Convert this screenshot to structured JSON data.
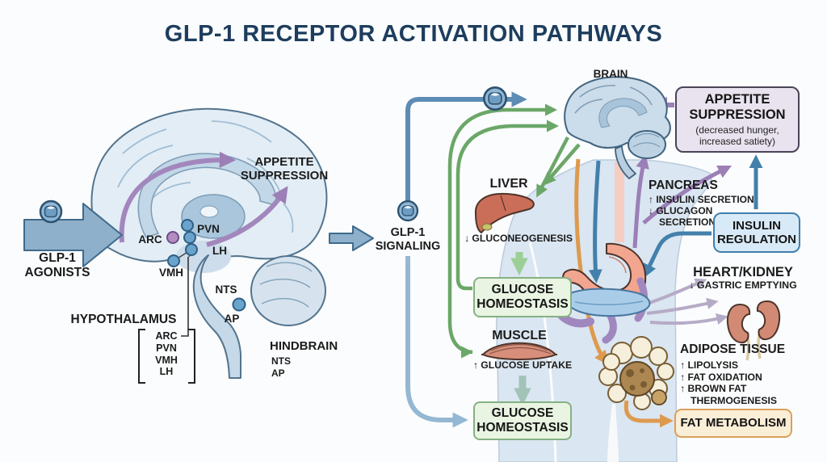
{
  "title": "GLP-1 RECEPTOR ACTIVATION PATHWAYS",
  "palette": {
    "title_navy": "#1d3d5e",
    "pathway_green": "#6ba768",
    "pathway_blue": "#4f85b0",
    "pathway_purple": "#9b7fb6",
    "pathway_orange": "#dd9a4e",
    "box_lavender": "#e9e3f0",
    "box_green": "#e9f4e2",
    "box_blue": "#d8eaf7",
    "box_cream": "#fbeed6"
  },
  "left_panel": {
    "glp1_agonists": "GLP-1\nAGONISTS",
    "appetite_suppression": "APPETITE\nSUPPRESSION",
    "nuclei": {
      "arc": "ARC",
      "pvn": "PVN",
      "lh": "LH",
      "vmh": "VMH",
      "nts": "NTS",
      "ap": "AP"
    },
    "hypothalamus": {
      "label": "HYPOTHALAMUS",
      "items": [
        "ARC",
        "PVN",
        "VMH",
        "LH"
      ]
    },
    "hindbrain": {
      "label": "HINDBRAIN",
      "items": [
        "NTS",
        "AP"
      ]
    }
  },
  "center": {
    "glp1_signaling": "GLP-1\nSIGNALING"
  },
  "right_panel": {
    "brain_label": "BRAIN",
    "appetite_box": {
      "title": "APPETITE\nSUPPRESSION",
      "subtitle": "(decreased hunger,\nincreased satiety)"
    },
    "liver": {
      "label": "LIVER",
      "effect": "↓ GLUCONEOGENESIS"
    },
    "glucose_box_1": "GLUCOSE\nHOMEOSTASIS",
    "muscle": {
      "label": "MUSCLE",
      "effect": "↑ GLUCOSE UPTAKE"
    },
    "glucose_box_2": "GLUCOSE\nHOMEOSTASIS",
    "pancreas": {
      "label": "PANCREAS",
      "effects": [
        "↑ INSULIN SECRETION",
        "↓ GLUCAGON",
        "SECRETION"
      ]
    },
    "insulin_box": "INSULIN\nREGULATION",
    "heart_kidney": {
      "label": "HEART/KIDNEY",
      "effect": "↓ GASTRIC EMPTYING"
    },
    "adipose": {
      "label": "ADIPOSE TISSUE",
      "effects": [
        "↑ LIPOLYSIS",
        "↑ FAT OXIDATION",
        "↑ BROWN FAT",
        "THERMOGENESIS"
      ]
    },
    "fat_box": "FAT METABOLISM"
  }
}
